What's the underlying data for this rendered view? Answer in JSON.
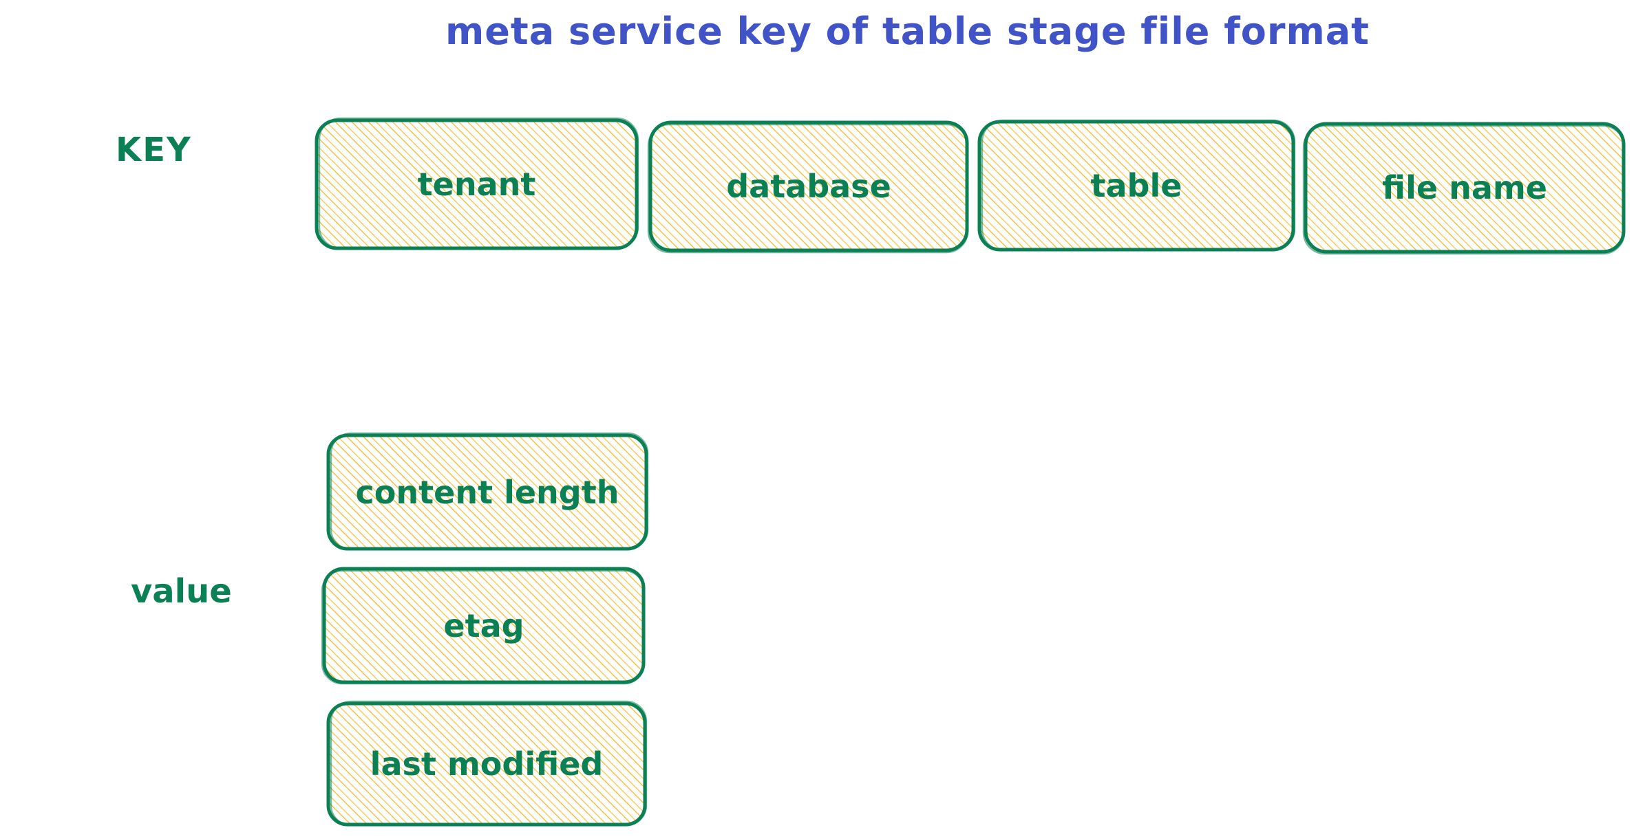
{
  "title": "meta service key of table stage file format",
  "colors": {
    "title_blue": "#4053c7",
    "stroke_green": "#0b8055",
    "hatch_amber": "#f5b924",
    "background": "#ffffff"
  },
  "sections": {
    "key": {
      "label": "KEY",
      "boxes": [
        {
          "label": "tenant"
        },
        {
          "label": "database"
        },
        {
          "label": "table"
        },
        {
          "label": "file name"
        }
      ]
    },
    "value": {
      "label": "value",
      "boxes": [
        {
          "label": "content length"
        },
        {
          "label": "etag"
        },
        {
          "label": "last modified"
        }
      ]
    }
  }
}
